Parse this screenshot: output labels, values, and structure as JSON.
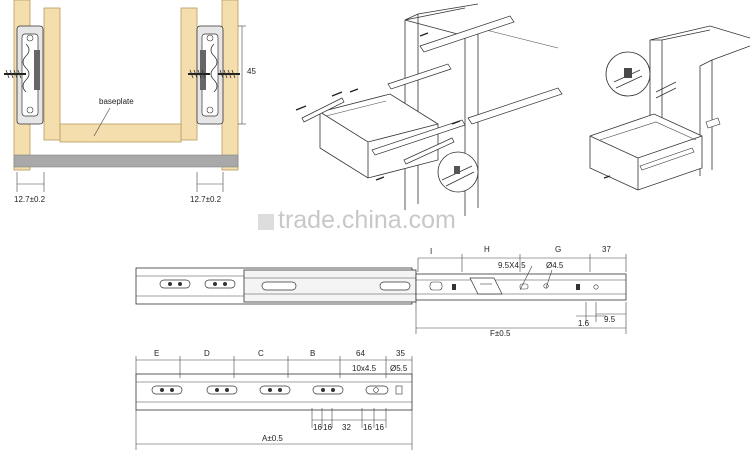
{
  "cross_section": {
    "height_label": "45",
    "baseplate_label": "baseplate",
    "gap_left_label": "12.7±0.2",
    "gap_right_label": "12.7±0.2",
    "wood_color": "#f5deae"
  },
  "watermark": "trade.china.com",
  "rail_top": {
    "dim_labels": [
      "I",
      "H",
      "G",
      "37",
      "9.5X4.5",
      "Ø4.5",
      "1.6",
      "9.5",
      "F±0.5"
    ]
  },
  "rail_bottom": {
    "dim_labels": [
      "E",
      "D",
      "C",
      "B",
      "64",
      "35",
      "10x4.5",
      "Ø5.5",
      "16",
      "16",
      "32",
      "16",
      "16",
      "A±0.5"
    ]
  }
}
